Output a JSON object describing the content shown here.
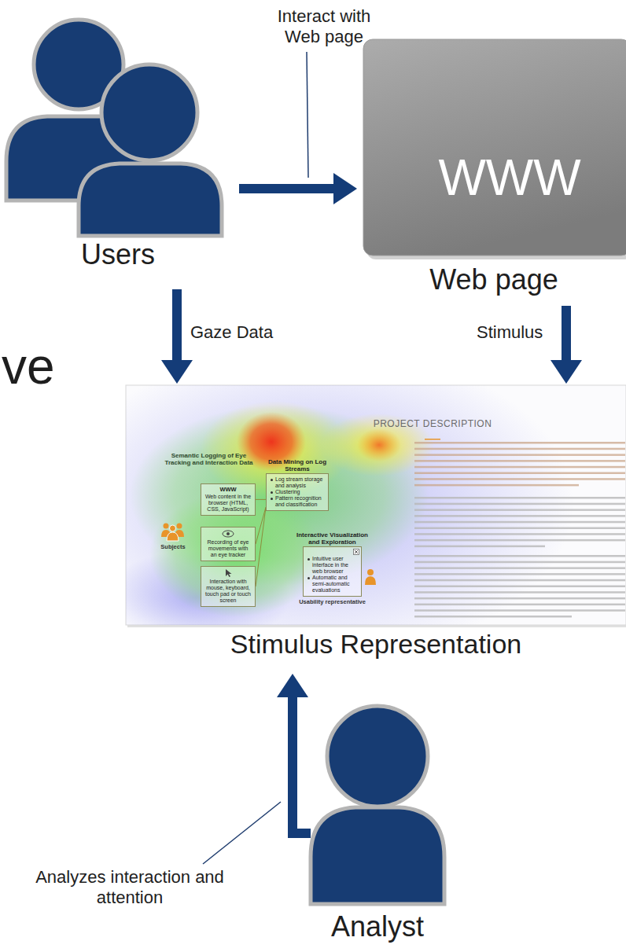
{
  "diagram": {
    "nodes": [
      {
        "text": [
          "Users"
        ]
      },
      {
        "text": [
          "WWW",
          "Web page"
        ]
      },
      {
        "text": [
          "Stimulus Representation"
        ]
      },
      {
        "text": [
          "WWW",
          "Web content in the browser (HTML, CSS, JavaScript)"
        ],
        "in": 2
      },
      {
        "text": [
          "Recording of eye movements with an eye tracker"
        ],
        "in": 2
      },
      {
        "text": [
          "Interaction with mouse, keyboard, touch pad or touch screen"
        ],
        "in": 2
      },
      {
        "text": [
          "Data Mining on Log Streams",
          "Log stream storage and analysis",
          "Clustering",
          "Pattern recognition and classification"
        ],
        "in": 2
      },
      {
        "text": [
          "Interactive Visualization and Exploration",
          "Intuitive user interface in the web browser",
          "Automatic and semi-automatic evaluations"
        ],
        "in": 2
      },
      {
        "text": [
          "Analyst"
        ]
      }
    ],
    "edges": [
      {
        "from": 0,
        "to": 1,
        "label": "Interact with Web page",
        "arrow": "to"
      },
      {
        "from": 0,
        "to": 2,
        "label": "Gaze Data",
        "arrow": "to"
      },
      {
        "from": 1,
        "to": 2,
        "label": "Stimulus",
        "arrow": "to"
      },
      {
        "from": 3,
        "to": 6,
        "arrow": "none"
      },
      {
        "from": 4,
        "to": 6,
        "arrow": "none"
      },
      {
        "from": 5,
        "to": 6,
        "arrow": "none"
      },
      {
        "from": 8,
        "to": 2,
        "label": "Analyzes interaction and attention",
        "arrow": "to"
      }
    ],
    "labels": [
      "ve",
      "PROJECT DESCRIPTION",
      "Semantic Logging of Eye Tracking and Interaction Data",
      "Subjects",
      "Usability representative"
    ]
  }
}
